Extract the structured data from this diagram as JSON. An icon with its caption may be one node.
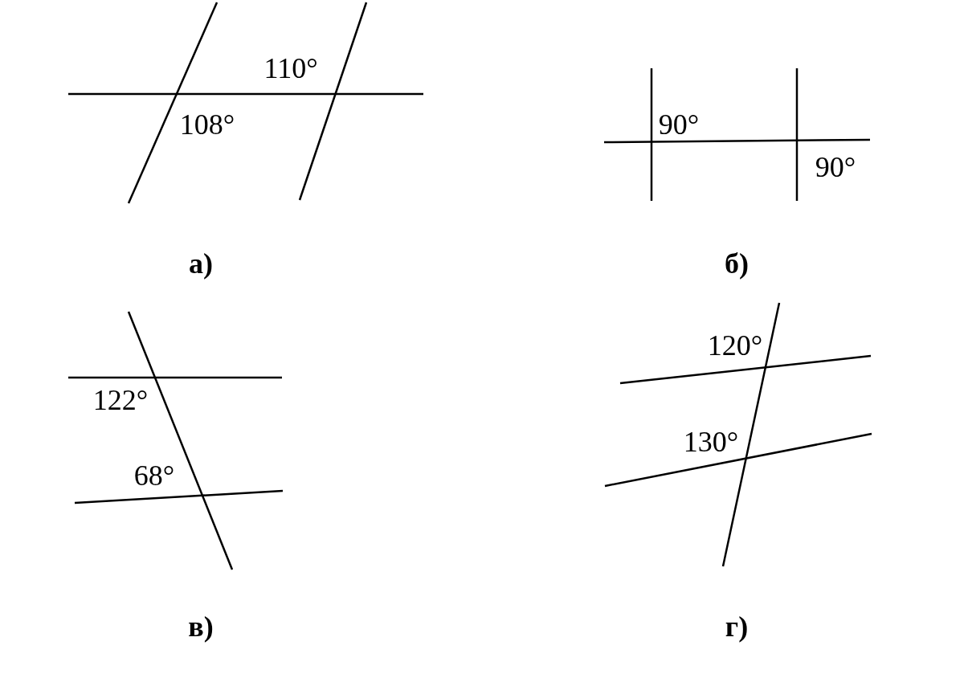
{
  "diagram": {
    "labels": [
      "110°",
      "108°",
      "а)",
      "90°",
      "90°",
      "б)",
      "122°",
      "68°",
      "в)",
      "120°",
      "130°",
      "г)"
    ]
  }
}
